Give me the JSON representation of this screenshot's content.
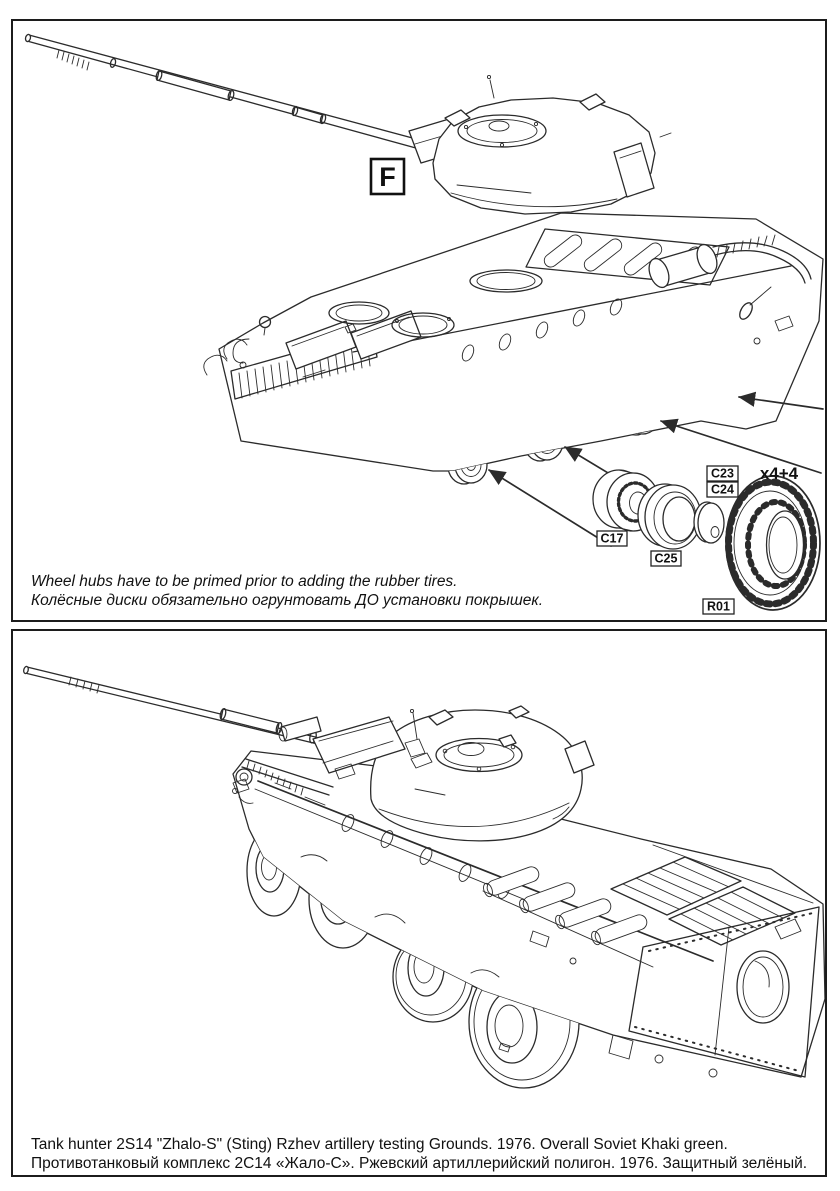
{
  "colors": {
    "ink": "#2b2b2b",
    "paper": "#ffffff",
    "text": "#111111"
  },
  "step_panel": {
    "assembly_letter": "F",
    "quantity": "x4+4",
    "part_labels": {
      "hub": "C17",
      "ring": "C25",
      "cap_a": "C23",
      "cap_b": "C24",
      "tire": "R01"
    },
    "note_en": "Wheel hubs have to be primed prior to adding the rubber tires.",
    "note_ru": "Колёсные диски обязательно огрунтовать ДО установки покрышек."
  },
  "profile_panel": {
    "caption_en": "Tank hunter 2S14 \"Zhalo-S\" (Sting) Rzhev artillery testing Grounds. 1976. Overall Soviet Khaki green.",
    "caption_ru": "Противотанковый комплекс 2С14 «Жало-С». Ржевский артиллерийский полигон. 1976. Защитный зелёный."
  }
}
